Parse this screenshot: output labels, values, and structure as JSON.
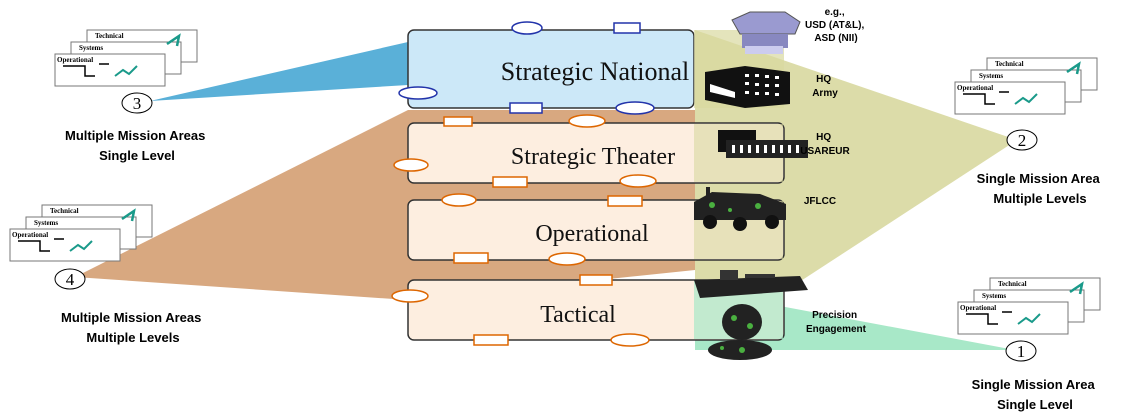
{
  "levels": [
    {
      "label": "Strategic National"
    },
    {
      "label": "Strategic Theater"
    },
    {
      "label": "Operational"
    },
    {
      "label": "Tactical"
    }
  ],
  "orgs": {
    "osd": "e.g., USD (AT&L), ASD (NII)",
    "hq_army": "HQ Army",
    "hq_usareur": "HQ USAREUR",
    "jflcc": "JFLCC",
    "precision": "Precision Engagement"
  },
  "doc_sheet": {
    "technical": "Technical",
    "systems": "Systems",
    "operational": "Operational"
  },
  "views": [
    {
      "number": "3",
      "caption": "Multiple Mission Areas Single Level"
    },
    {
      "number": "2",
      "caption": "Single Mission Area Multiple Levels"
    },
    {
      "number": "4",
      "caption": "Multiple Mission Areas Multiple Levels"
    },
    {
      "number": "1",
      "caption": "Single Mission Area Single Level"
    }
  ],
  "colors": {
    "national_fill": "#cce8f8",
    "level_fill": "#fdeee0",
    "blue_wedge": "#5ab0d8",
    "olive_wedge": "#d8d8a0",
    "tan_wedge": "#d8a880",
    "mint_wedge": "#a8e8c8"
  }
}
